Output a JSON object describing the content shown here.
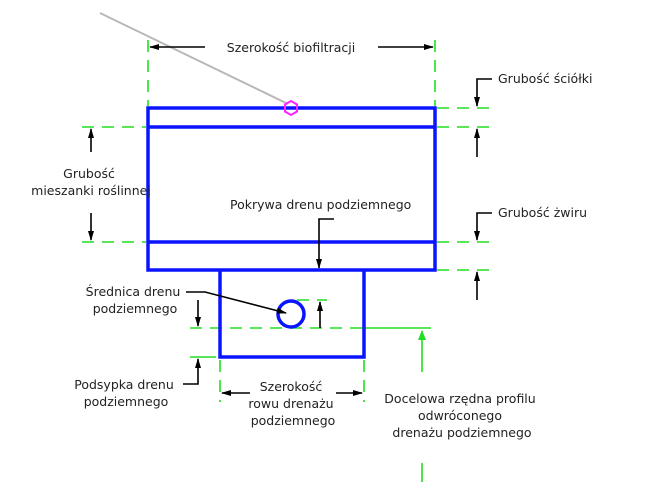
{
  "colors": {
    "structure": "#0a14ff",
    "guide": "#22dd22",
    "leader": "#000000",
    "marker": "#ff22ff",
    "pointer_line": "#b8b8b8"
  },
  "labels": {
    "biofilter_width": "Szerokość biofiltracji",
    "mulch_thickness": "Grubość ściółki",
    "planting_mix_thickness": [
      "Grubość",
      "mieszanki roślinnej"
    ],
    "underdrain_cover": "Pokrywa drenu podziemnego",
    "gravel_thickness": "Grubość żwiru",
    "underdrain_diameter": [
      "Średnica drenu",
      "podziemnego"
    ],
    "underdrain_bedding": [
      "Podsypka drenu",
      "podziemnego"
    ],
    "underdrain_trench_width": [
      "Szerokość",
      "rowu drenażu",
      "podziemnego"
    ],
    "underdrain_invert_elevation": [
      "Docelowa rzędna profilu",
      "odwróconego",
      "drenażu podziemnego"
    ]
  }
}
